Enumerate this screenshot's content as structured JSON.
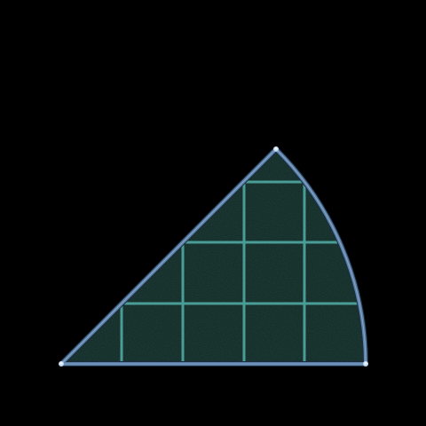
{
  "puzzle": {
    "piece_shape": "quarter-circle-sector-with-diagonal-cut",
    "grid": {
      "columns": 5,
      "rows": 3
    },
    "colors": {
      "background": "#000000",
      "piece_fill": "#0f2622",
      "piece_fill_dark": "#0a1a17",
      "grid_line": "#4a9d97",
      "outline": "#5c7fa6",
      "outline_highlight": "#a9c6e6",
      "vertex": "#d8eaf6"
    },
    "icons": [
      "vertex-node-icon"
    ]
  }
}
